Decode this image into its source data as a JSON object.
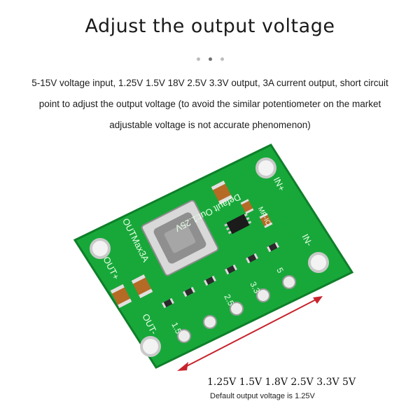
{
  "page": {
    "title": "Adjust the output voltage",
    "description_lines": [
      "5-15V voltage input, 1.25V 1.5V 18V 2.5V 3.3V output, 3A current output, short circuit",
      "point to adjust the output voltage (to avoid the similar potentiometer on the market",
      "adjustable voltage is not accurate phenomenon)"
    ],
    "voltage_options": "1.25V 1.5V 1.8V 2.5V 3.3V 5V",
    "default_note": "Default output voltage is 1.25V"
  },
  "board": {
    "silkscreen": {
      "default_label": "Default Out:1.25V",
      "max_label": "OUTMax3A",
      "in_plus": "IN+",
      "in_minus": "IN-",
      "out_plus": "OUT+",
      "out_minus": "OUT-",
      "ic_label": "MP-IC",
      "voltage_marks": [
        "1.5",
        "2.5",
        "3.3",
        "5"
      ]
    },
    "colors": {
      "pcb": "#18a83a",
      "pcb_edge": "#0f7f2a",
      "silkscreen": "#e8ffe8",
      "arrow": "#c8232c"
    }
  }
}
